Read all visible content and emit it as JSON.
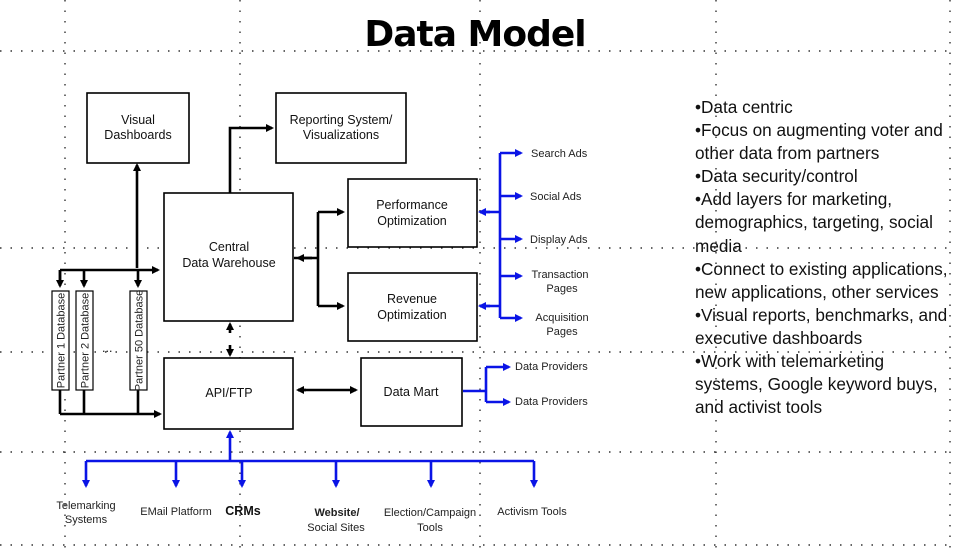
{
  "title": "Data Model",
  "boxes": {
    "visual_dashboards": [
      "Visual",
      "Dashboards"
    ],
    "reporting_system": [
      "Reporting System/",
      "Visualizations"
    ],
    "central_warehouse": [
      "Central",
      "Data Warehouse"
    ],
    "performance_optimization": [
      "Performance",
      "Optimization"
    ],
    "revenue_optimization": [
      "Revenue",
      "Optimization"
    ],
    "api_ftp": "API/FTP",
    "data_mart": "Data Mart"
  },
  "partner_databases": [
    "Partner 1 Database",
    "Partner 2 Database",
    "Partner 50 Database"
  ],
  "partner_ellipsis": "...",
  "channels": [
    [
      "Search Ads"
    ],
    [
      "Social Ads"
    ],
    [
      "Display Ads"
    ],
    [
      "Transaction",
      "Pages"
    ],
    [
      "Acquisition",
      "Pages"
    ]
  ],
  "data_providers": [
    "Data Providers",
    "Data Providers"
  ],
  "sources": [
    [
      "Telemarking",
      "Systems"
    ],
    [
      "EMail Platform"
    ],
    [
      "CRMs"
    ],
    [
      "Website/",
      "Social Sites"
    ],
    [
      "Election/Campaign",
      "Tools"
    ],
    [
      "Activism Tools"
    ]
  ],
  "bullets": [
    "•Data centric",
    "•Focus on augmenting voter and other data from partners",
    "•Data security/control",
    "•Add layers for marketing, demographics, targeting, social media",
    "•Connect to existing applications, new applications, other services",
    "•Visual reports, benchmarks, and executive dashboards",
    "•Work with telemarketing systems, Google keyword buys, and activist tools"
  ],
  "colors": {
    "flow_black": "#000000",
    "flow_blue": "#0a14e6"
  }
}
